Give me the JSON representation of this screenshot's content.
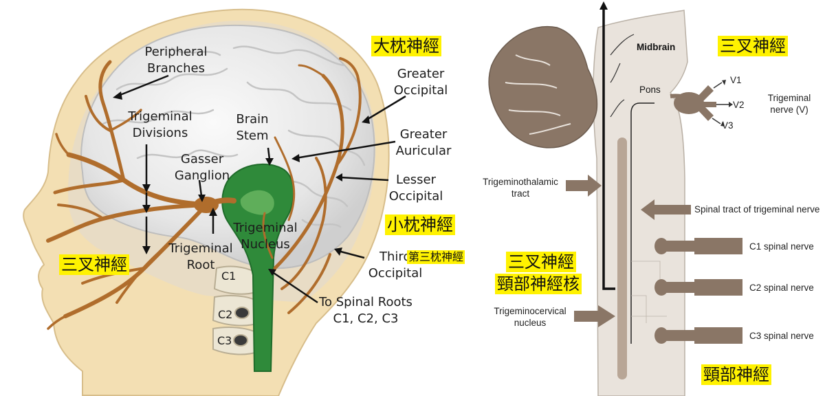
{
  "left_panel": {
    "labels": {
      "peripheral_branches_1": "Peripheral",
      "peripheral_branches_2": "Branches",
      "trigeminal_divisions_1": "Trigeminal",
      "trigeminal_divisions_2": "Divisions",
      "gasser_ganglion_1": "Gasser",
      "gasser_ganglion_2": "Ganglion",
      "brain_stem_1": "Brain",
      "brain_stem_2": "Stem",
      "greater_occipital_1": "Greater",
      "greater_occipital_2": "Occipital",
      "greater_auricular_1": "Greater",
      "greater_auricular_2": "Auricular",
      "lesser_occipital_1": "Lesser",
      "lesser_occipital_2": "Occipital",
      "trigeminal_nucleus_1": "Trigeminal",
      "trigeminal_nucleus_2": "Nucleus",
      "trigeminal_root_1": "Trigeminal",
      "trigeminal_root_2": "Root",
      "third_occipital_1": "Third",
      "third_occipital_2": "Occipital",
      "to_spinal_roots_1": "To Spinal Roots",
      "to_spinal_roots_2": "C1, C2, C3",
      "c1": "C1",
      "c2": "C2",
      "c3": "C3"
    },
    "zh_labels": {
      "greater_occipital_nerve": "大枕神經",
      "lesser_occipital_nerve": "小枕神經",
      "third_occipital_nerve": "第三枕神經",
      "trigeminal_nerve": "三叉神經"
    }
  },
  "right_panel": {
    "labels": {
      "midbrain": "Midbrain",
      "pons": "Pons",
      "v1": "V1",
      "v2": "V2",
      "v3": "V3",
      "trigeminal_nerve_1": "Trigeminal",
      "trigeminal_nerve_2": "nerve (V)",
      "trigeminothalamic_1": "Trigeminothalamic",
      "trigeminothalamic_2": "tract",
      "spinal_tract": "Spinal tract of trigeminal nerve",
      "c1_spinal": "C1 spinal nerve",
      "c2_spinal": "C2 spinal nerve",
      "c3_spinal": "C3 spinal nerve",
      "trigeminocervical_1": "Trigeminocervical",
      "trigeminocervical_2": "nucleus"
    },
    "zh_labels": {
      "trigeminal_nerve": "三叉神經",
      "trigeminocervical_nucleus_1": "三叉神經",
      "trigeminocervical_nucleus_2": "頸部神經核",
      "cervical_nerve": "頸部神經"
    }
  },
  "colors": {
    "nerve": "#b06d2c",
    "nucleus_green": "#2f8a3a",
    "skin": "#f3dfb3",
    "brain": "#ececec",
    "tract_taupe": "#8a7666",
    "cord": "#e9e3dc",
    "highlight": "#fff200"
  }
}
